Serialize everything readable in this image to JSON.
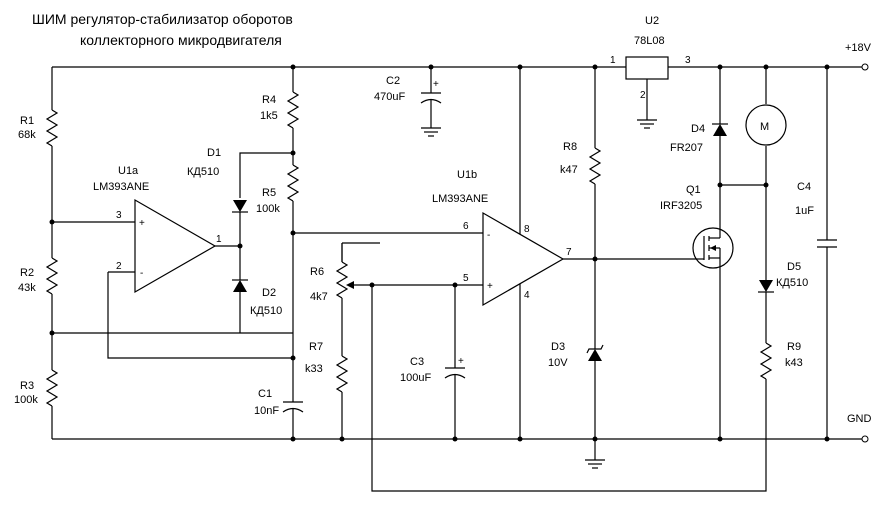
{
  "title": {
    "line1": "ШИМ регулятор-стабилизатор оборотов",
    "line2": "коллекторного микродвигателя"
  },
  "rails": {
    "supply": "+18V",
    "ground": "GND"
  },
  "components": {
    "R1": {
      "ref": "R1",
      "value": "68k"
    },
    "R2": {
      "ref": "R2",
      "value": "43k"
    },
    "R3": {
      "ref": "R3",
      "value": "100k"
    },
    "R4": {
      "ref": "R4",
      "value": "1k5"
    },
    "R5": {
      "ref": "R5",
      "value": "100k"
    },
    "R6": {
      "ref": "R6",
      "value": "4k7"
    },
    "R7": {
      "ref": "R7",
      "value": "k33"
    },
    "R8": {
      "ref": "R8",
      "value": "k47"
    },
    "R9": {
      "ref": "R9",
      "value": "k43"
    },
    "C1": {
      "ref": "C1",
      "value": "10nF"
    },
    "C2": {
      "ref": "C2",
      "value": "470uF"
    },
    "C3": {
      "ref": "C3",
      "value": "100uF"
    },
    "C4": {
      "ref": "C4",
      "value": "1uF"
    },
    "D1": {
      "ref": "D1",
      "value": "КД510"
    },
    "D2": {
      "ref": "D2",
      "value": "КД510"
    },
    "D3": {
      "ref": "D3",
      "value": "10V"
    },
    "D4": {
      "ref": "D4",
      "value": "FR207"
    },
    "D5": {
      "ref": "D5",
      "value": "КД510"
    },
    "U1a": {
      "ref": "U1a",
      "value": "LM393ANE"
    },
    "U1b": {
      "ref": "U1b",
      "value": "LM393ANE"
    },
    "U2": {
      "ref": "U2",
      "value": "78L08"
    },
    "Q1": {
      "ref": "Q1",
      "value": "IRF3205"
    },
    "M": {
      "ref": "M"
    }
  },
  "pins": {
    "u1a_in_plus": "3",
    "u1a_in_minus": "2",
    "u1a_out": "1",
    "u1b_in_minus": "6",
    "u1b_in_plus": "5",
    "u1b_out": "7",
    "u1b_vcc": "8",
    "u1b_gnd": "4",
    "u2_in": "1",
    "u2_out": "3",
    "u2_gnd": "2",
    "plus_sign": "+",
    "minus_sign": "-"
  }
}
